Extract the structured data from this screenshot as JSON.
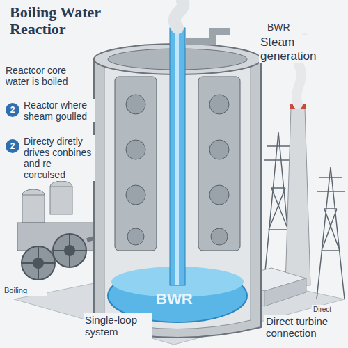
{
  "diagram": {
    "title": "Boiling Water Reactior",
    "labels": [
      "BWR",
      "Steam generation",
      "Reactcor core water is boiled",
      "2",
      "Reactor where sheam goulled",
      "2",
      "Directy diretly drives conbines and re corculsed",
      "BWR",
      "Boiling",
      "Single-loop system",
      "Direct",
      "Direct turbine connection"
    ]
  }
}
